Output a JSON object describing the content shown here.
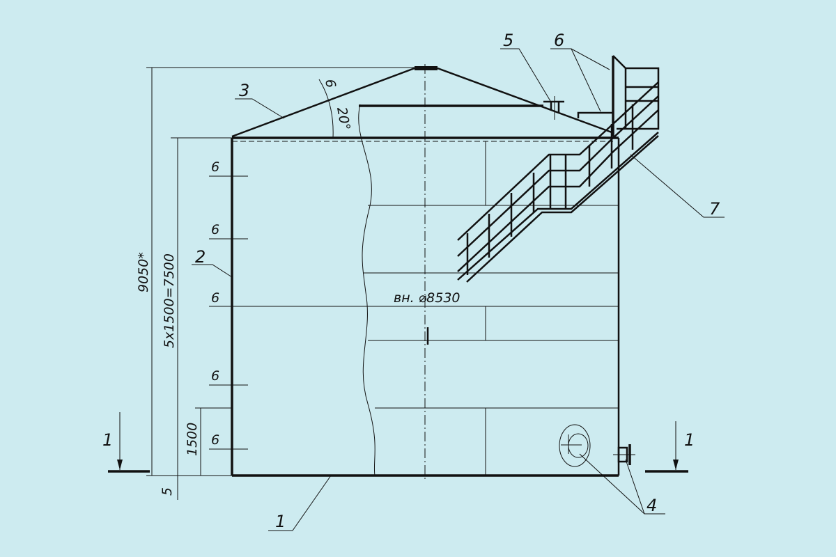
{
  "drawing": {
    "background_color": "#cdebf0",
    "line_color": "#111111",
    "dimensions": {
      "overall_height": "9050*",
      "shell_height": "5x1500=7500",
      "course_height": "1500",
      "bottom_offset": "5",
      "wall_thickness": [
        "6",
        "6",
        "6",
        "6",
        "6"
      ],
      "roof_thickness": "6",
      "roof_angle": "20°",
      "inner_diameter": "вн. ⌀8530"
    },
    "section_marks": {
      "left": "1",
      "right": "1"
    },
    "callouts": [
      "1",
      "2",
      "3",
      "4",
      "5",
      "6",
      "7"
    ]
  }
}
